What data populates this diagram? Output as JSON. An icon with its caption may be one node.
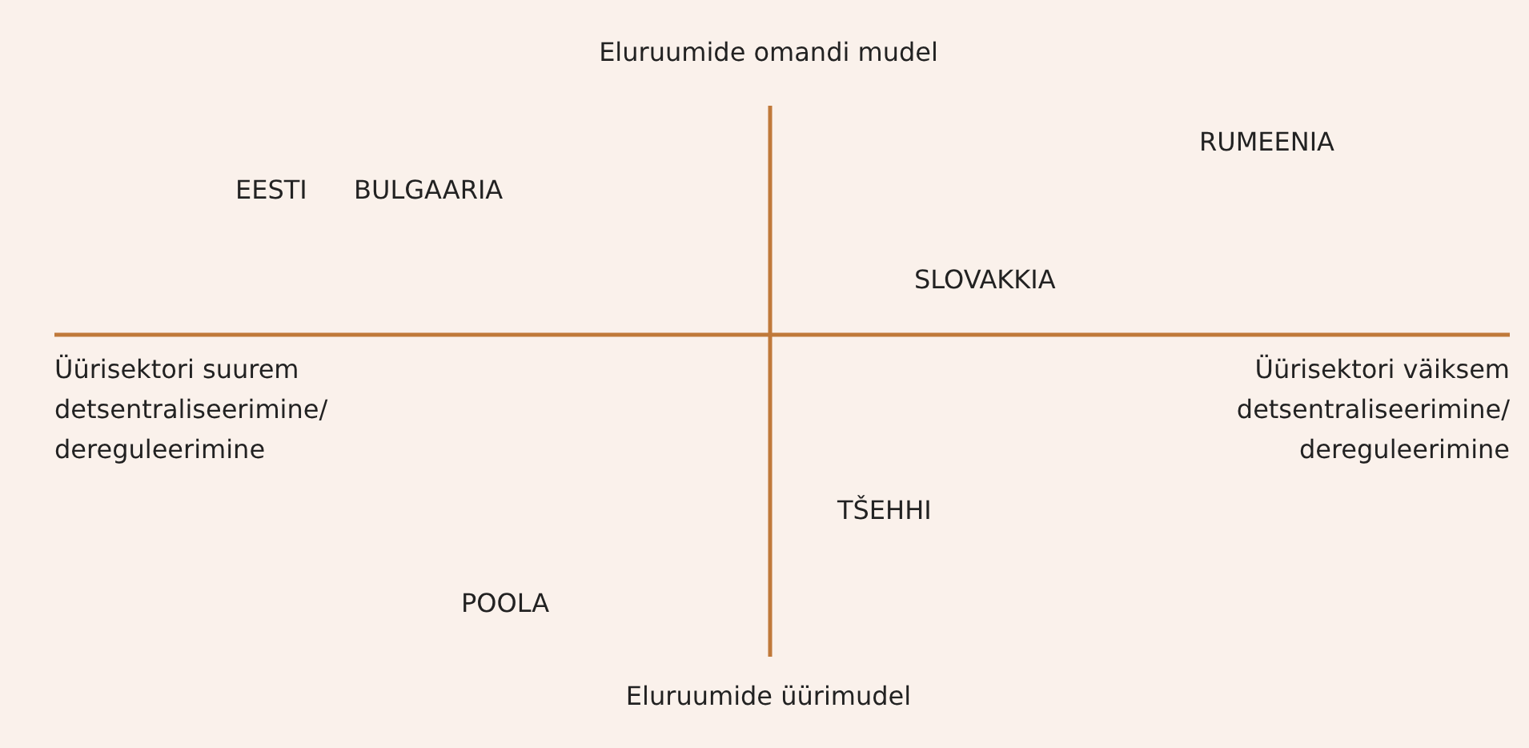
{
  "diagram": {
    "labels": [
      "Eluruumide omandi mudel",
      "RUMEENIA",
      "EESTI",
      "BULGAARIA",
      "SLOVAKKIA",
      "Üürisektori suurem detsentraliseerimine/ dereguleerimine",
      "Üürisektori väiksem detsentraliseerimine/ dereguleerimine",
      "TŠEHHI",
      "POOLA",
      "Eluruumide üürimudel"
    ]
  }
}
